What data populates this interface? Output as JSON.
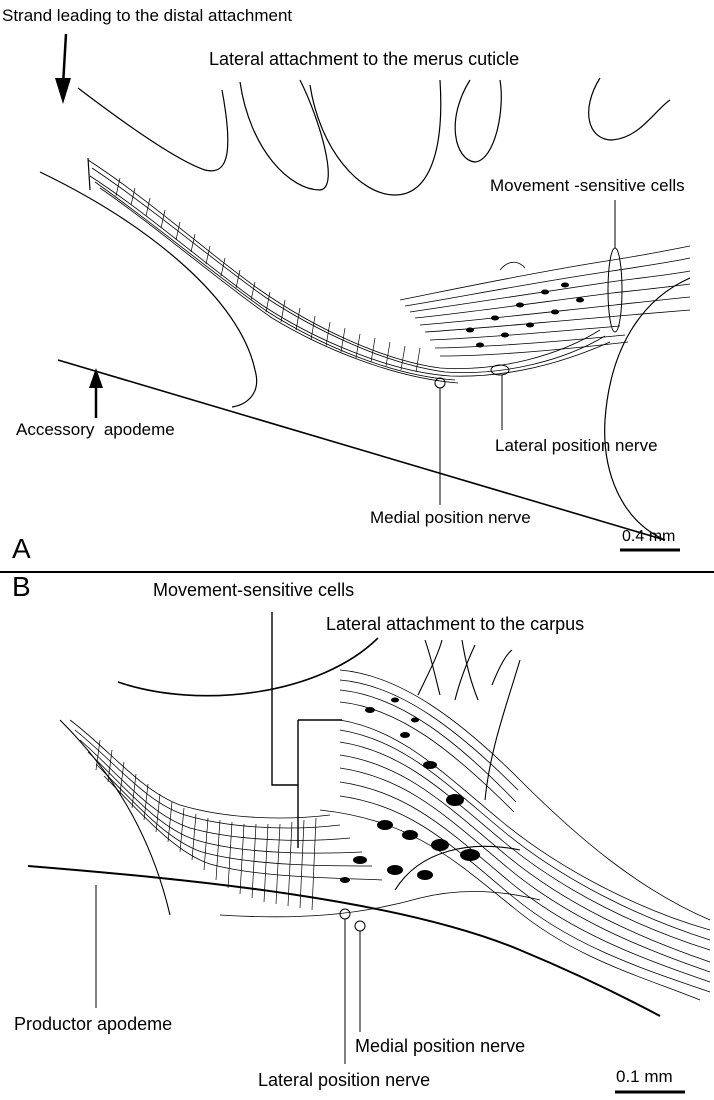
{
  "panel_a": {
    "letter": "A",
    "labels": {
      "strand": "Strand leading to the distal attachment",
      "lateral_attachment": "Lateral attachment to the merus cuticle",
      "movement_cells": "Movement -sensitive cells",
      "accessory_apodeme": "Accessory  apodeme",
      "lateral_nerve": "Lateral position nerve",
      "medial_nerve": "Medial position nerve"
    },
    "scale": "0.4 mm"
  },
  "panel_b": {
    "letter": "B",
    "labels": {
      "movement_cells": "Movement-sensitive cells",
      "lateral_attachment": "Lateral attachment to the carpus",
      "productor_apodeme": "Productor apodeme",
      "medial_nerve": "Medial position nerve",
      "lateral_nerve": "Lateral position nerve"
    },
    "scale": "0.1 mm"
  }
}
